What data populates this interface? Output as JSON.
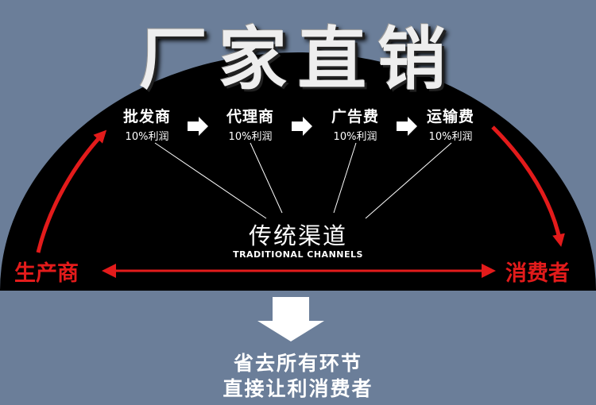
{
  "title": "厂家直销",
  "nodes": [
    {
      "name": "批发商",
      "margin": "10%利润"
    },
    {
      "name": "代理商",
      "margin": "10%利润"
    },
    {
      "name": "广告费",
      "margin": "10%利润"
    },
    {
      "name": "运输费",
      "margin": "10%利润"
    }
  ],
  "center": {
    "label": "传统渠道",
    "label_en": "TRADITIONAL CHANNELS"
  },
  "producer": "生产商",
  "consumer": "消费者",
  "conclusion": {
    "line1": "省去所有环节",
    "line2": "直接让利消费者"
  },
  "colors": {
    "background": "#6b7e99",
    "dome": "#000000",
    "accent_red": "#e31b1b",
    "text": "#ffffff"
  }
}
